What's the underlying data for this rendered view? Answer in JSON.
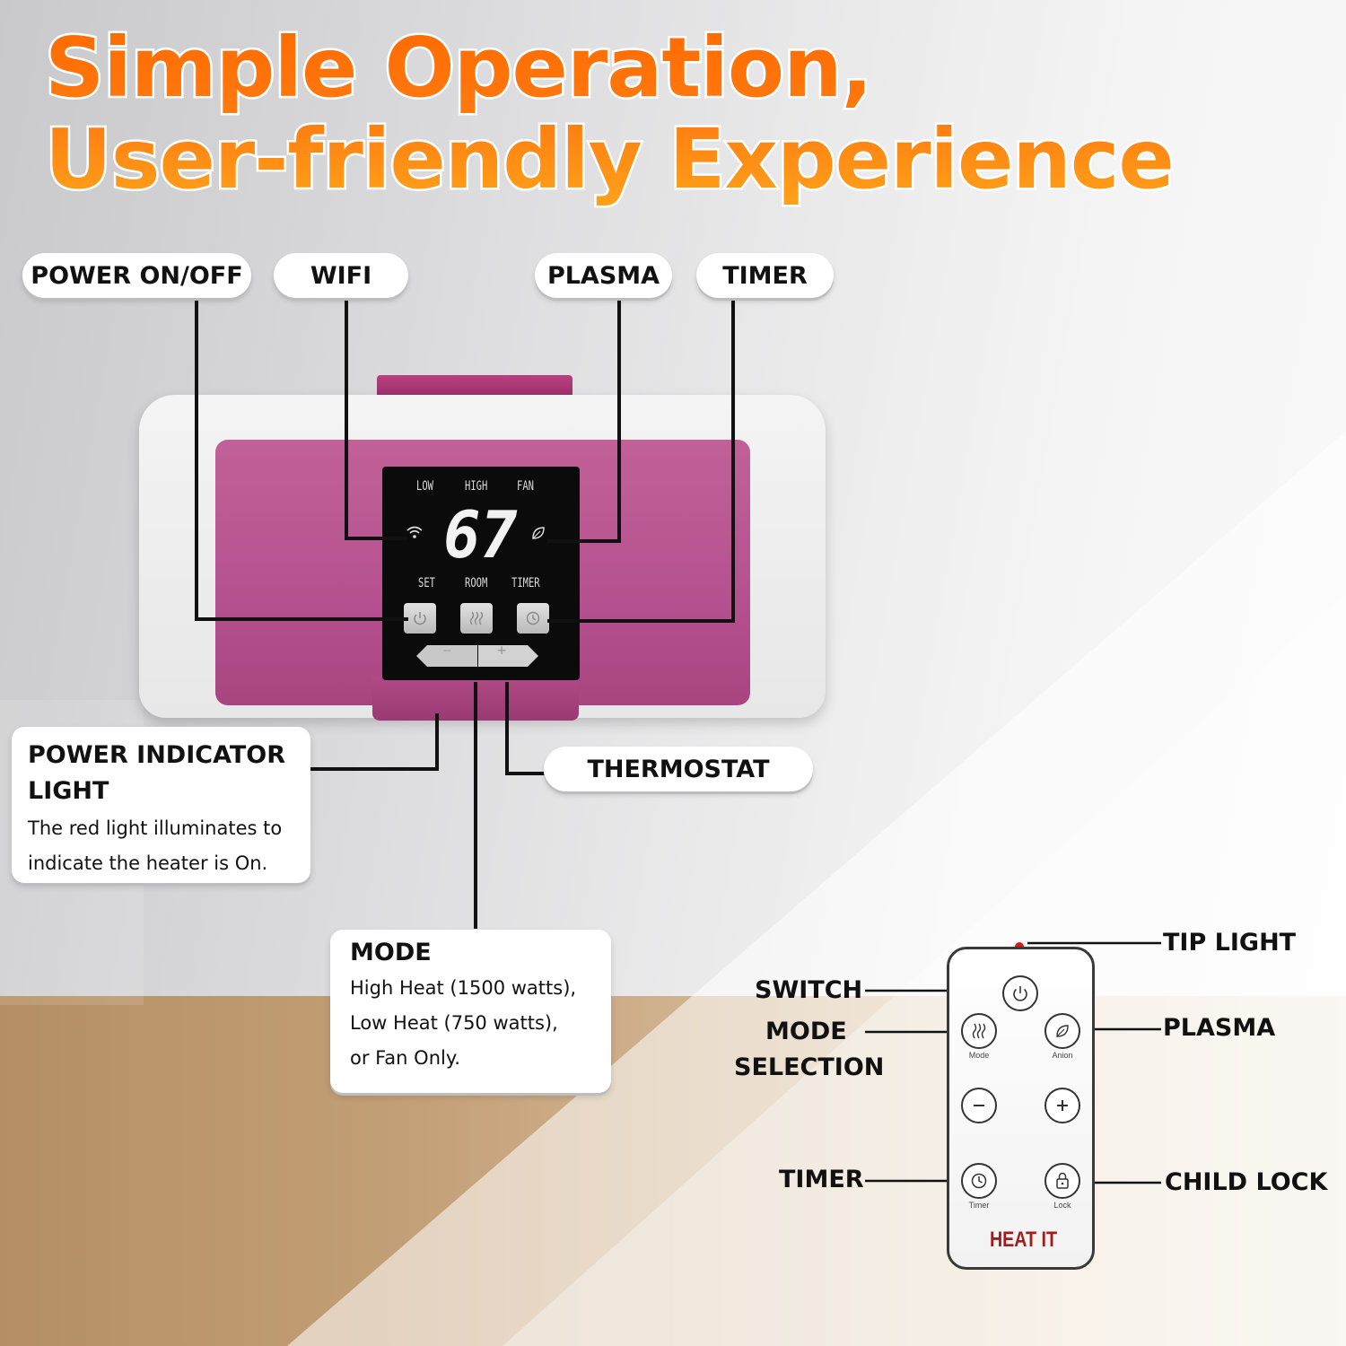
{
  "headline": {
    "line1": "Simple Operation,",
    "line2": "User-friendly Experience"
  },
  "labels": {
    "power_onoff": "POWER ON/OFF",
    "wifi": "WIFI",
    "plasma": "PLASMA",
    "timer": "TIMER",
    "thermostat": "THERMOSTAT"
  },
  "power_indicator": {
    "title": "POWER INDICATOR LIGHT",
    "body": "The red light illuminates to indicate the heater is On."
  },
  "mode": {
    "title": "MODE",
    "lines": [
      "High Heat (1500 watts),",
      "Low Heat (750 watts),",
      "or Fan Only."
    ]
  },
  "display": {
    "top_labels": [
      "LOW",
      "HIGH",
      "FAN"
    ],
    "temperature": "67",
    "bottom_labels": [
      "SET",
      "ROOM",
      "TIMER"
    ],
    "minus": "—",
    "plus": "+"
  },
  "remote": {
    "captions": {
      "mode": "Mode",
      "anion": "Anion",
      "timer": "Timer",
      "lock": "Lock"
    },
    "logo": "HEAT IT",
    "callouts": {
      "tip_light": "TIP LIGHT",
      "switch": "SWITCH",
      "mode_selection_1": "MODE",
      "mode_selection_2": "SELECTION",
      "plasma": "PLASMA",
      "timer": "TIMER",
      "child_lock": "CHILD LOCK"
    }
  },
  "colors": {
    "headline_orange": "#ff6a00",
    "heater_pink": "#b55190",
    "remote_logo_red": "#a11d1d"
  }
}
